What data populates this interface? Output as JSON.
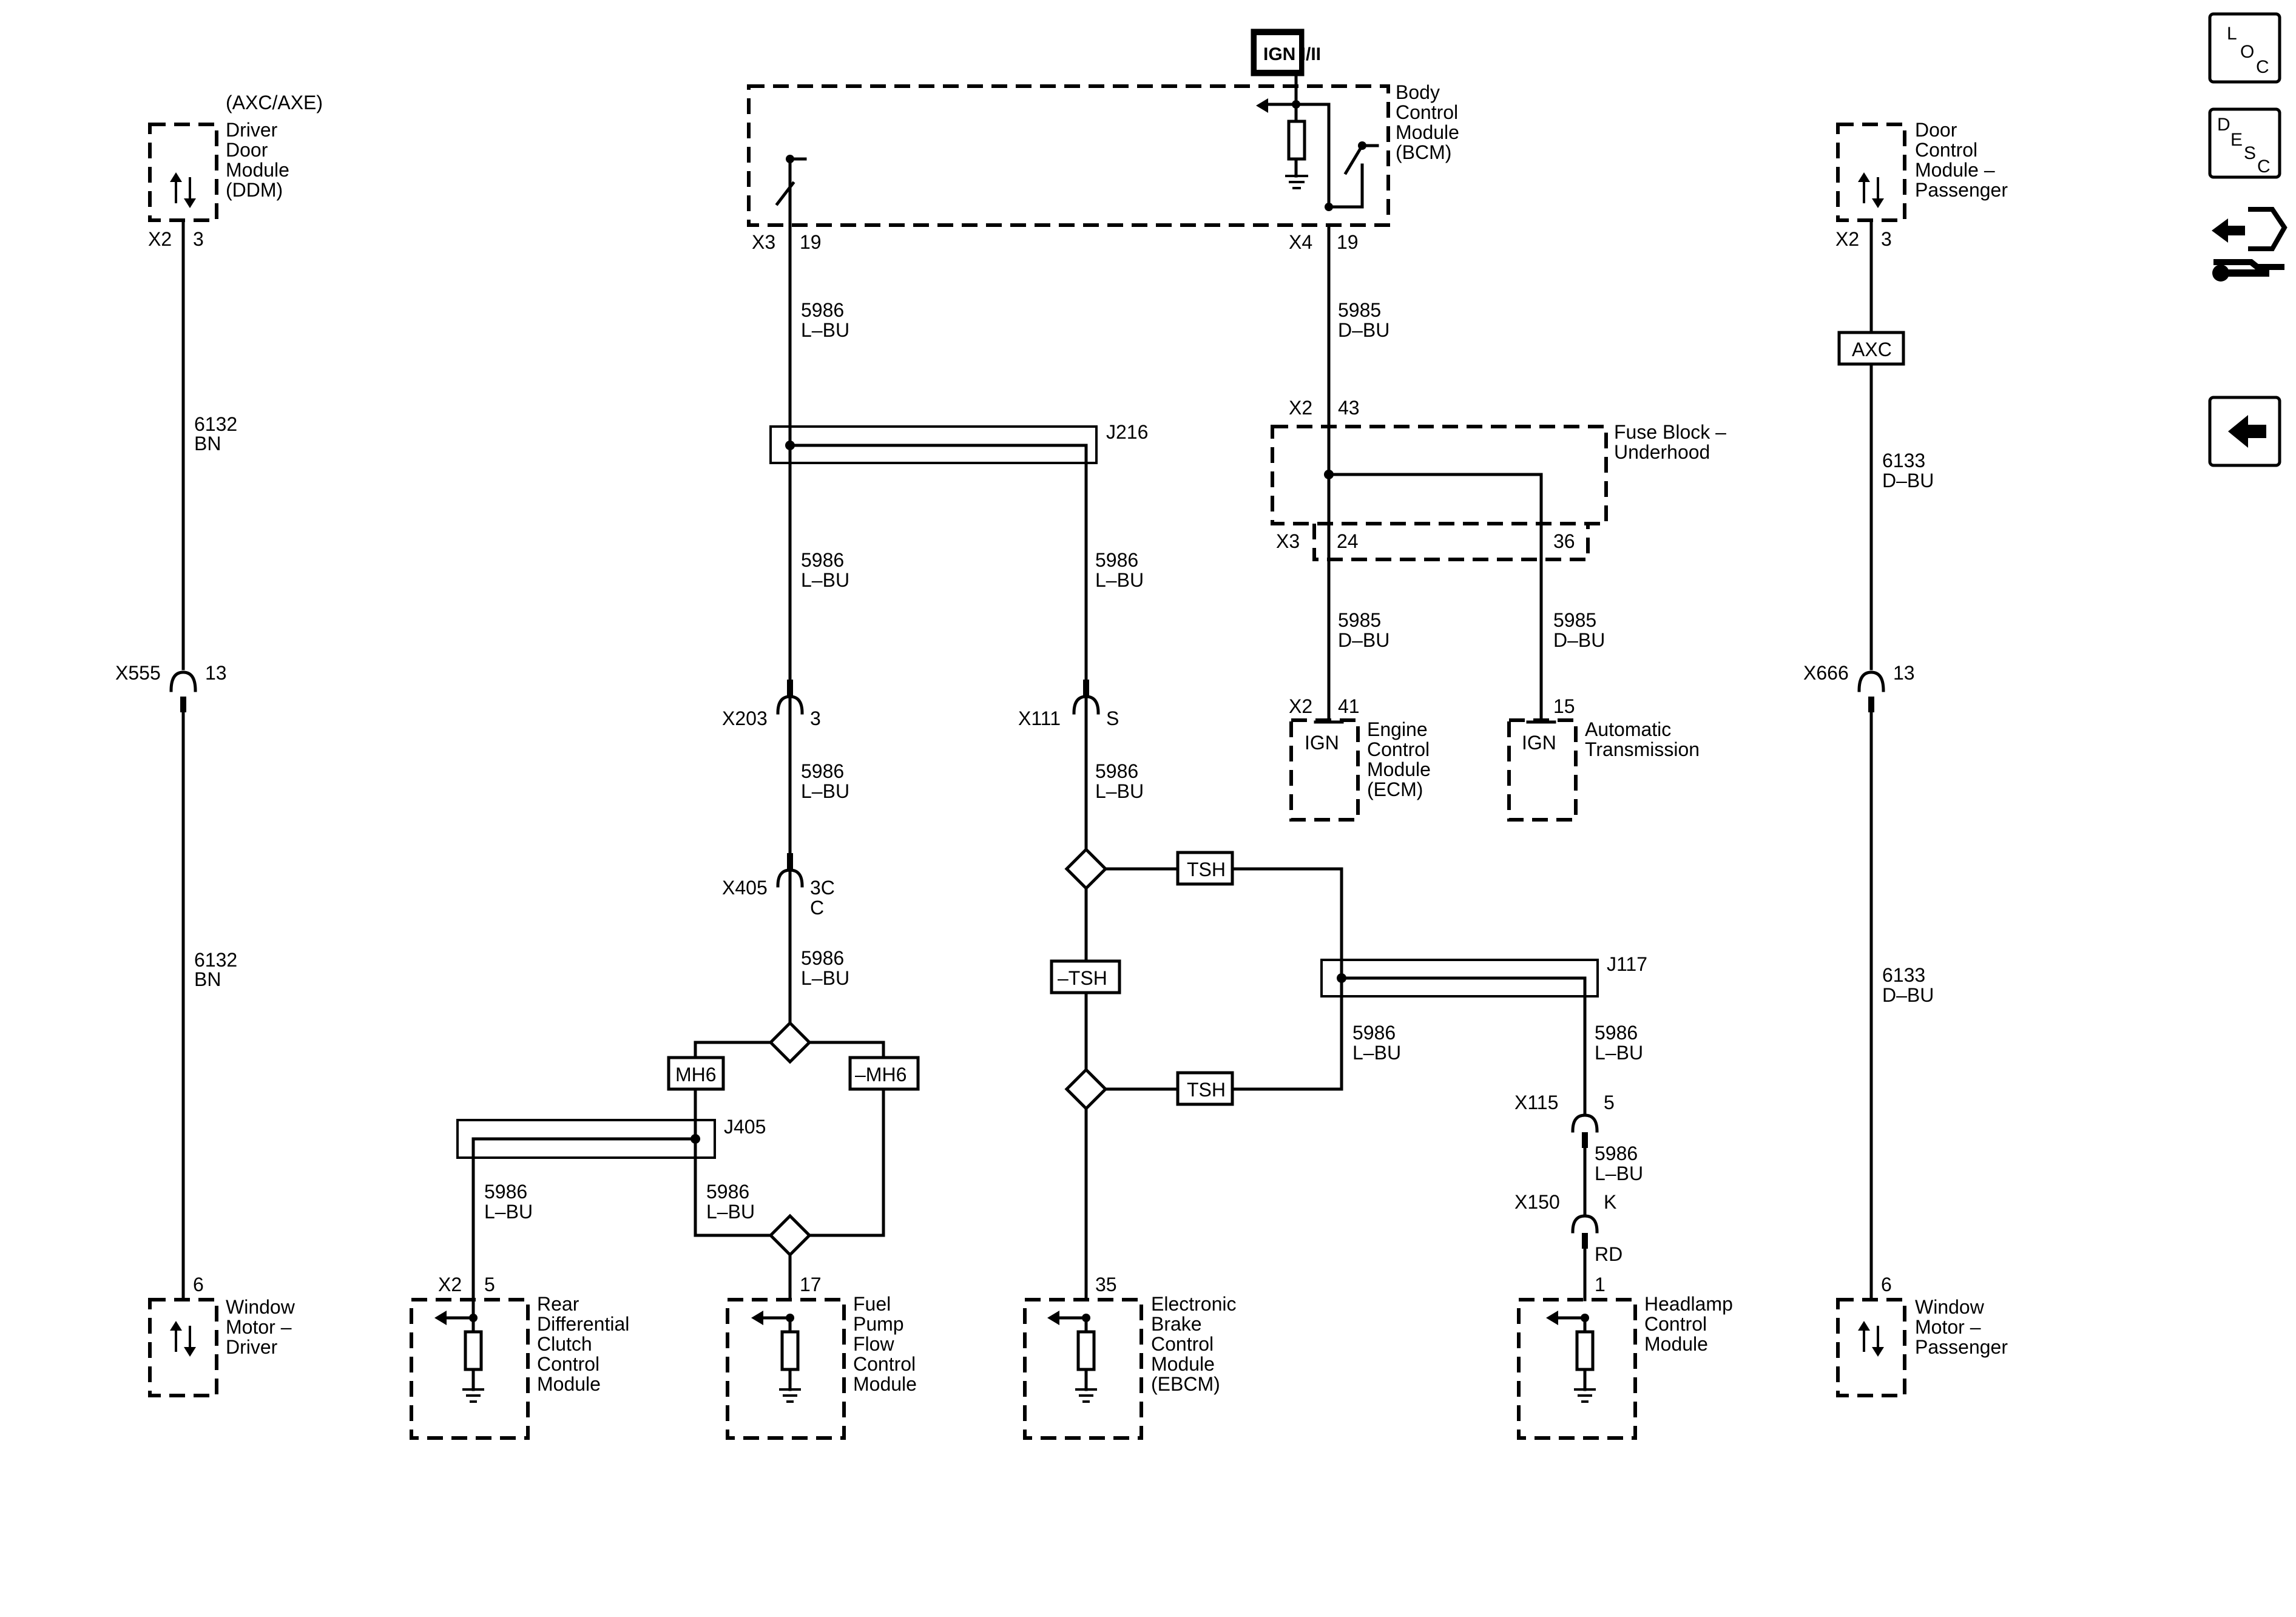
{
  "ign_label": "IGN I/II",
  "modules": {
    "ddm": {
      "lines": [
        "(AXC/AXE)",
        "Driver",
        "Door",
        "Module",
        "(DDM)"
      ]
    },
    "bcm": {
      "lines": [
        "Body",
        "Control",
        "Module",
        "(BCM)"
      ]
    },
    "dcm_passenger": {
      "lines": [
        "Door",
        "Control",
        "Module –",
        "Passenger"
      ]
    },
    "fuse_block": {
      "lines": [
        "Fuse Block –",
        "Underhood"
      ]
    },
    "ecm": {
      "lines": [
        "Engine",
        "Control",
        "Module",
        "(ECM)"
      ]
    },
    "trans": {
      "lines": [
        "Automatic",
        "Transmission"
      ]
    },
    "win_driver": {
      "lines": [
        "Window",
        "Motor –",
        "Driver"
      ]
    },
    "rdccm": {
      "lines": [
        "Rear",
        "Differential",
        "Clutch",
        "Control",
        "Module"
      ]
    },
    "fpfcm": {
      "lines": [
        "Fuel",
        "Pump",
        "Flow",
        "Control",
        "Module"
      ]
    },
    "ebcm": {
      "lines": [
        "Electronic",
        "Brake",
        "Control",
        "Module",
        "(EBCM)"
      ]
    },
    "hcm": {
      "lines": [
        "Headlamp",
        "Control",
        "Module"
      ]
    },
    "win_passenger": {
      "lines": [
        "Window",
        "Motor –",
        "Passenger"
      ]
    }
  },
  "ign_tag": "IGN",
  "splices": {
    "j216": "J216",
    "j117": "J117",
    "j405": "J405"
  },
  "options": {
    "axc": "AXC",
    "tsh": "TSH",
    "ntsh": "–TSH",
    "mh6": "MH6",
    "nmh6": "–MH6"
  },
  "wires": {
    "w6132": [
      "6132",
      "BN"
    ],
    "w6133": [
      "6133",
      "D–BU"
    ],
    "w5986": [
      "5986",
      "L–BU"
    ],
    "w5985": [
      "5985",
      "D–BU"
    ],
    "rd": "RD"
  },
  "connectors": {
    "x2": "X2",
    "x3": "X3",
    "x4": "X4",
    "x555": "X555",
    "x666": "X666",
    "x203": "X203",
    "x405": "X405",
    "x111": "X111",
    "x115": "X115",
    "x150": "X150"
  },
  "pins": {
    "p3": "3",
    "p19": "19",
    "p13": "13",
    "p43": "43",
    "p24": "24",
    "p36": "36",
    "p41": "41",
    "p15": "15",
    "p6": "6",
    "pS": "S",
    "p3C": "3C",
    "pC": "C",
    "p5": "5",
    "p17": "17",
    "p35": "35",
    "pK": "K",
    "p1": "1"
  },
  "nav": {
    "loc": [
      "L",
      "O",
      "C"
    ],
    "desc": [
      "D",
      "E",
      "S",
      "C"
    ]
  }
}
